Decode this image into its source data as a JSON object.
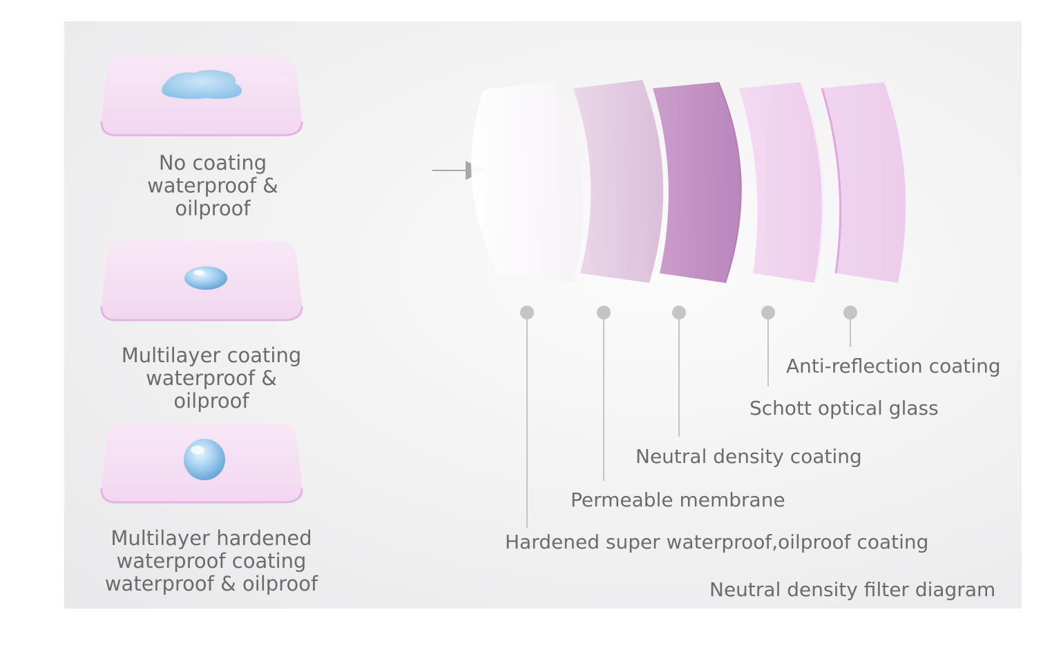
{
  "coating_examples": [
    {
      "lines": [
        "No coating",
        "waterproof &",
        "oilproof"
      ],
      "droplet": "spread-puddle"
    },
    {
      "lines": [
        "Multilayer coating",
        "waterproof &",
        "oilproof"
      ],
      "droplet": "small-bead"
    },
    {
      "lines": [
        "Multilayer hardened",
        "waterproof coating",
        "waterproof & oilproof"
      ],
      "droplet": "round-bead"
    }
  ],
  "layers": [
    "Hardened super waterproof,oilproof coating",
    "Permeable membrane",
    "Neutral density coating",
    "Schott optical glass",
    "Anti-reflection coating"
  ],
  "caption": "Neutral density filter diagram",
  "colors": {
    "plate_fill": "#f5def3",
    "plate_edge": "#e7b6e6",
    "label_text": "#6b6b6b",
    "leader_line": "#c4c4c4",
    "arrow": "#a8a8a8"
  }
}
